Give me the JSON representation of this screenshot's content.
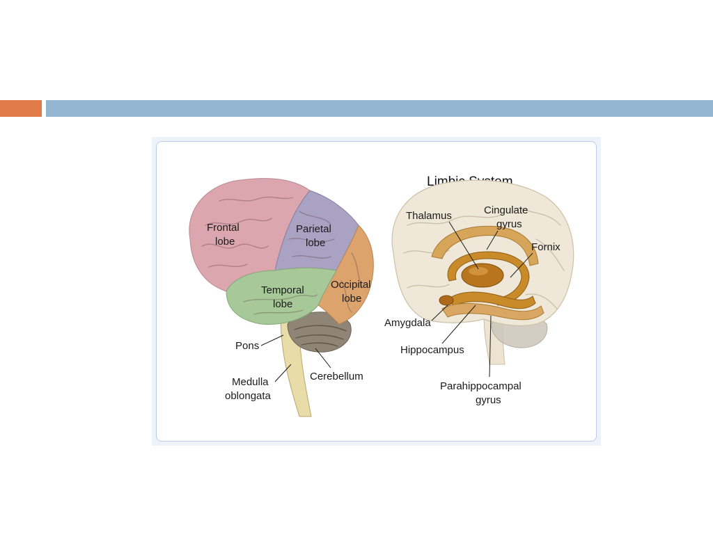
{
  "colors": {
    "accent_orange": "#e07b47",
    "accent_blue": "#94b6d3",
    "frontal": "#dca6ae",
    "parietal": "#a9a2c2",
    "temporal": "#a7c99a",
    "occipital": "#dca36c",
    "limbic": "#c98a2a"
  },
  "left_brain": {
    "labels": {
      "frontal": [
        "Frontal",
        "lobe"
      ],
      "parietal": [
        "Parietal",
        "lobe"
      ],
      "temporal": [
        "Temporal",
        "lobe"
      ],
      "occipital": [
        "Occipital",
        "lobe"
      ],
      "pons": "Pons",
      "medulla": [
        "Medulla",
        "oblongata"
      ],
      "cerebellum": "Cerebellum"
    }
  },
  "right_brain": {
    "title": "Limbic System",
    "labels": {
      "thalamus": "Thalamus",
      "cingulate": [
        "Cingulate",
        "gyrus"
      ],
      "fornix": "Fornix",
      "amygdala": "Amygdala",
      "hippocampus": "Hippocampus",
      "parahippocampal": [
        "Parahippocampal",
        "gyrus"
      ]
    }
  }
}
